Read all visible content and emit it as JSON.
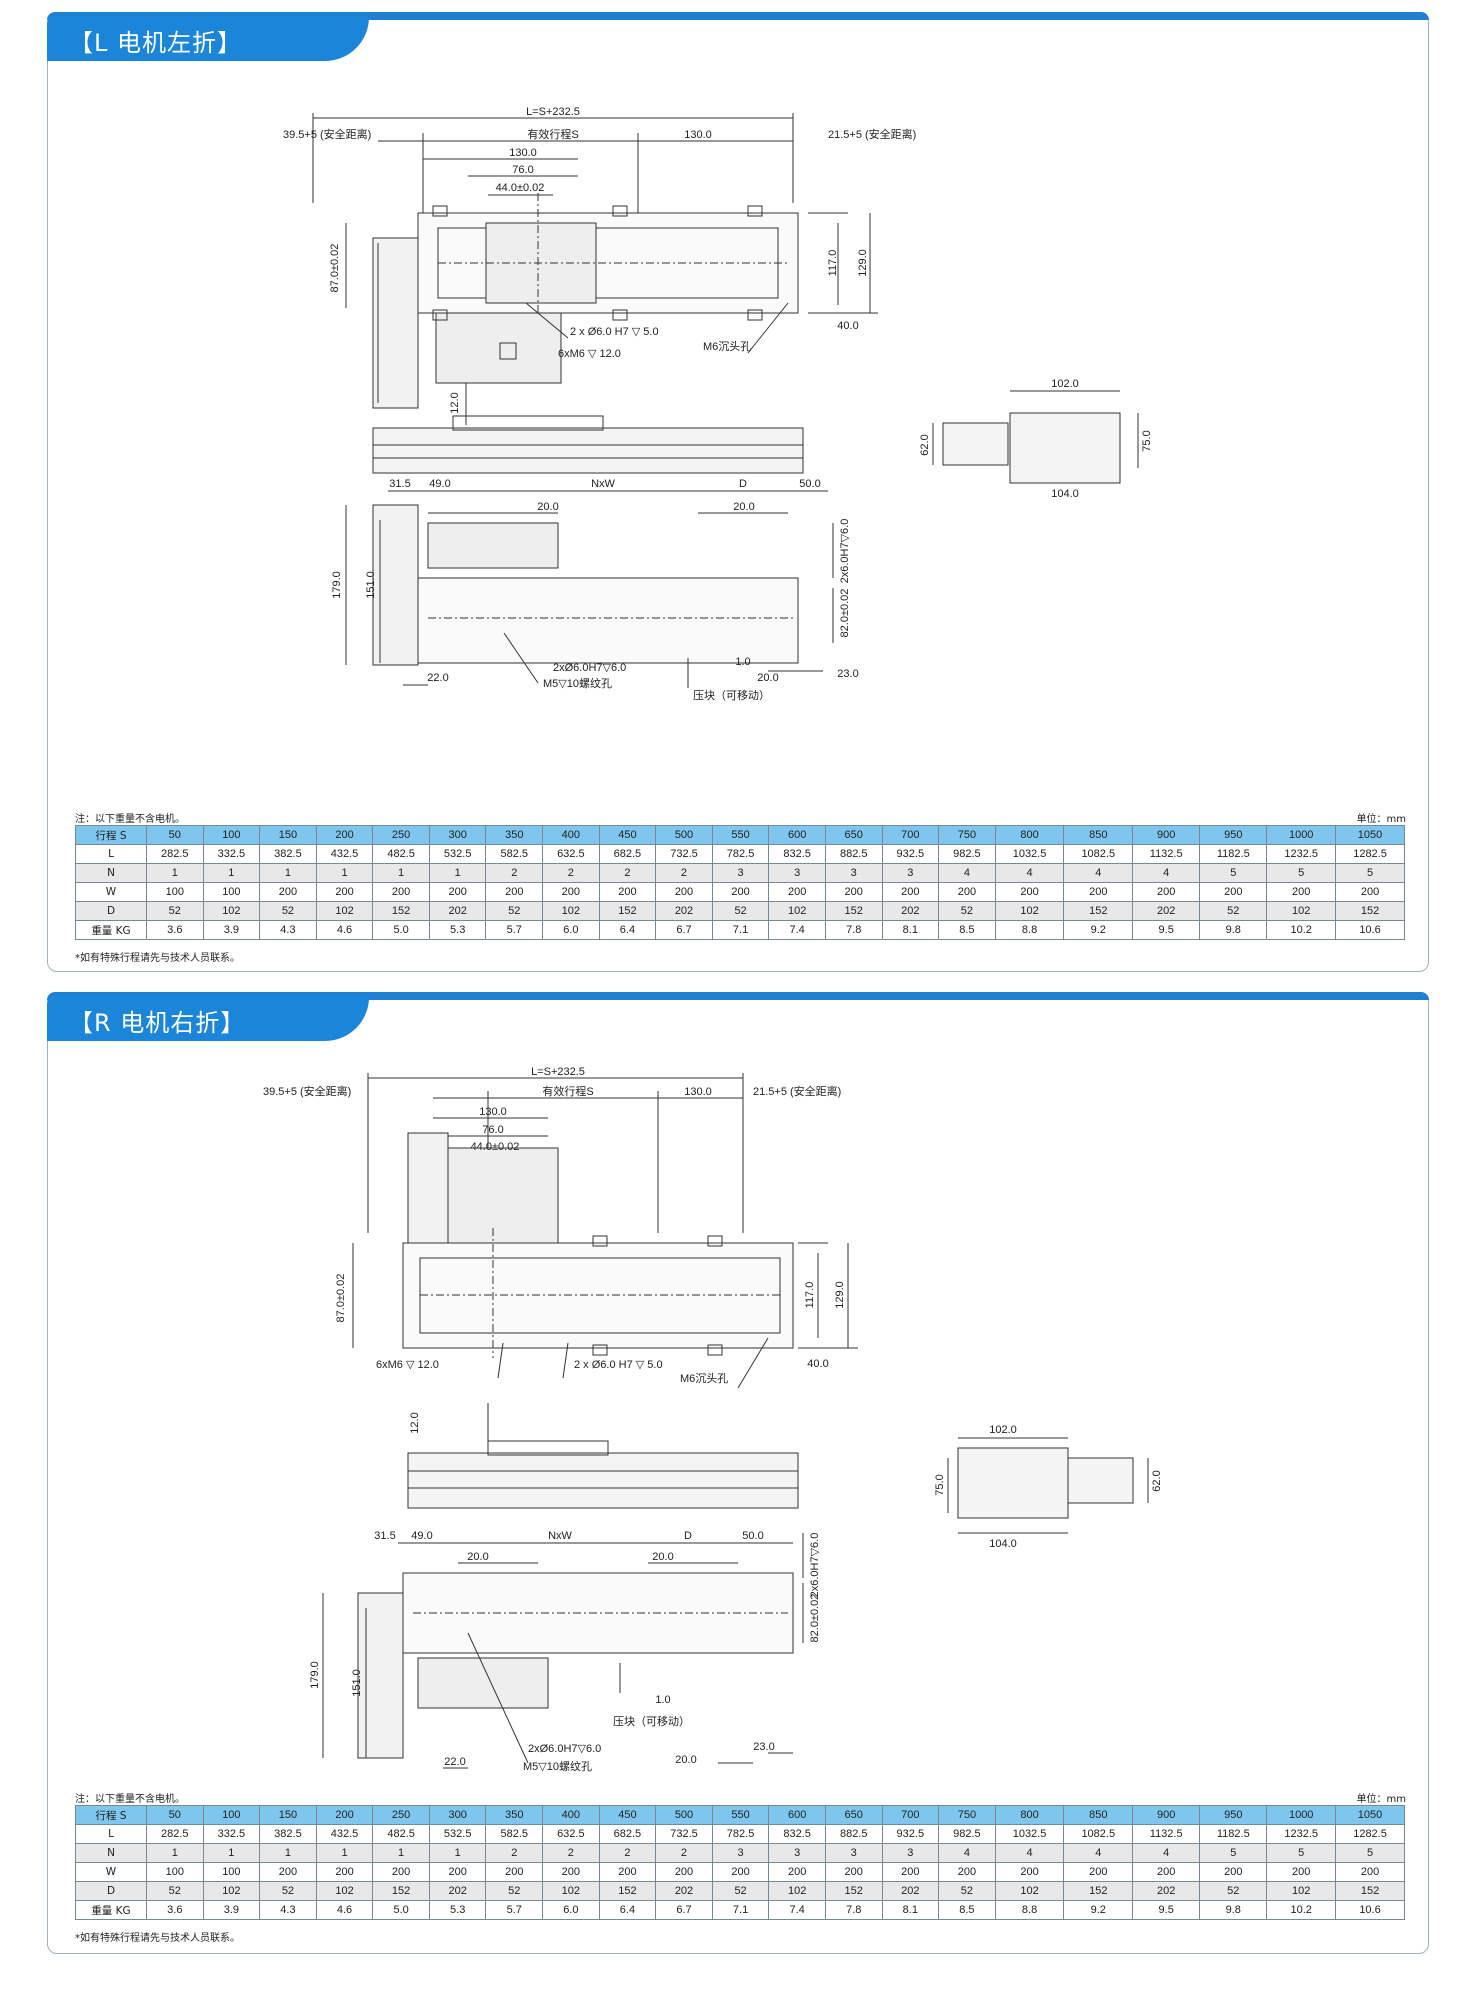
{
  "sections": [
    {
      "title": "【L 电机左折】",
      "dims": {
        "total_length": "L=S+232.5",
        "left_safety": "39.5+5 (安全距离)",
        "stroke": "有效行程S",
        "right_130": "130.0",
        "right_safety": "21.5+5 (安全距离)",
        "d130": "130.0",
        "d76": "76.0",
        "d44": "44.0±0.02",
        "d87": "87.0±0.02",
        "d117": "117.0",
        "d129": "129.0",
        "d40": "40.0",
        "pin": "2 x Ø6.0 H7 ▽ 5.0",
        "m6": "6xM6 ▽ 12.0",
        "m6sink": "M6沉头孔",
        "d12": "12.0",
        "end_w": "102.0",
        "end_w2": "104.0",
        "end_h62": "62.0",
        "end_h75": "75.0",
        "b315": "31.5",
        "b49": "49.0",
        "nxw": "NxW",
        "bd": "D",
        "b50": "50.0",
        "b20a": "20.0",
        "b20b": "20.0",
        "b179": "179.0",
        "b151": "151.0",
        "bpin": "2x6.0H7▽6.0",
        "b82": "82.0±0.02",
        "b22": "22.0",
        "bpin2": "2xØ6.0H7▽6.0",
        "m5": "M5▽10螺纹孔",
        "b1": "1.0",
        "b20c": "20.0",
        "b23": "23.0",
        "clamp": "压块（可移动）"
      },
      "note": "注：以下重量不含电机。",
      "unit": "单位：mm",
      "footnote": "*如有特殊行程请先与技术人员联系。"
    },
    {
      "title": "【R 电机右折】",
      "dims": {
        "total_length": "L=S+232.5",
        "left_safety": "39.5+5 (安全距离)",
        "stroke": "有效行程S",
        "right_130": "130.0",
        "right_safety": "21.5+5 (安全距离)",
        "d130": "130.0",
        "d76": "76.0",
        "d44": "44.0±0.02",
        "d87": "87.0±0.02",
        "d117": "117.0",
        "d129": "129.0",
        "d40": "40.0",
        "pin": "2 x Ø6.0 H7 ▽ 5.0",
        "m6": "6xM6 ▽ 12.0",
        "m6sink": "M6沉头孔",
        "d12": "12.0",
        "end_w": "102.0",
        "end_w2": "104.0",
        "end_h62": "62.0",
        "end_h75": "75.0",
        "b315": "31.5",
        "b49": "49.0",
        "nxw": "NxW",
        "bd": "D",
        "b50": "50.0",
        "b20a": "20.0",
        "b20b": "20.0",
        "b179": "179.0",
        "b151": "151.0",
        "bpin": "2x6.0H7▽6.0",
        "b82": "82.0±0.02",
        "b22": "22.0",
        "bpin2": "2xØ6.0H7▽6.0",
        "m5": "M5▽10螺纹孔",
        "b1": "1.0",
        "b20c": "20.0",
        "b23": "23.0",
        "clamp": "压块（可移动）"
      },
      "note": "注：以下重量不含电机。",
      "unit": "单位：mm",
      "footnote": "*如有特殊行程请先与技术人员联系。"
    }
  ],
  "table": {
    "rows": [
      {
        "label": "行程 S",
        "values": [
          "50",
          "100",
          "150",
          "200",
          "250",
          "300",
          "350",
          "400",
          "450",
          "500",
          "550",
          "600",
          "650",
          "700",
          "750",
          "800",
          "850",
          "900",
          "950",
          "1000",
          "1050"
        ]
      },
      {
        "label": "L",
        "values": [
          "282.5",
          "332.5",
          "382.5",
          "432.5",
          "482.5",
          "532.5",
          "582.5",
          "632.5",
          "682.5",
          "732.5",
          "782.5",
          "832.5",
          "882.5",
          "932.5",
          "982.5",
          "1032.5",
          "1082.5",
          "1132.5",
          "1182.5",
          "1232.5",
          "1282.5"
        ]
      },
      {
        "label": "N",
        "values": [
          "1",
          "1",
          "1",
          "1",
          "1",
          "1",
          "2",
          "2",
          "2",
          "2",
          "3",
          "3",
          "3",
          "3",
          "4",
          "4",
          "4",
          "4",
          "5",
          "5",
          "5"
        ]
      },
      {
        "label": "W",
        "values": [
          "100",
          "100",
          "200",
          "200",
          "200",
          "200",
          "200",
          "200",
          "200",
          "200",
          "200",
          "200",
          "200",
          "200",
          "200",
          "200",
          "200",
          "200",
          "200",
          "200",
          "200"
        ]
      },
      {
        "label": "D",
        "values": [
          "52",
          "102",
          "52",
          "102",
          "152",
          "202",
          "52",
          "102",
          "152",
          "202",
          "52",
          "102",
          "152",
          "202",
          "52",
          "102",
          "152",
          "202",
          "52",
          "102",
          "152"
        ]
      },
      {
        "label": "重量 KG",
        "values": [
          "3.6",
          "3.9",
          "4.3",
          "4.6",
          "5.0",
          "5.3",
          "5.7",
          "6.0",
          "6.4",
          "6.7",
          "7.1",
          "7.4",
          "7.8",
          "8.1",
          "8.5",
          "8.8",
          "9.2",
          "9.5",
          "9.8",
          "10.2",
          "10.6"
        ]
      }
    ]
  }
}
